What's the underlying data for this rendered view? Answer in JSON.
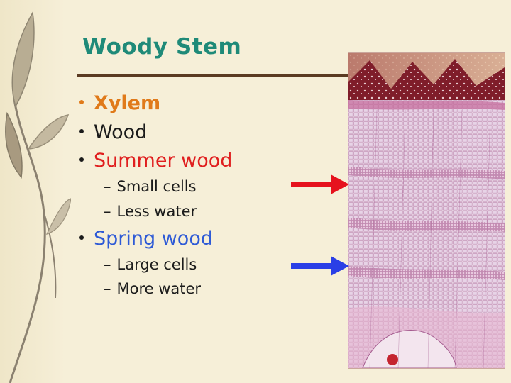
{
  "slide": {
    "title": "Woody Stem",
    "bullets": [
      {
        "text": "Xylem",
        "color": "#e07a1a",
        "bold": true
      },
      {
        "text": "Wood",
        "color": "#1b1b1b",
        "bold": false
      },
      {
        "text": "Summer wood",
        "color": "#e01f1f",
        "bold": false,
        "sub": [
          "Small cells",
          "Less water"
        ]
      },
      {
        "text": "Spring wood",
        "color": "#2e5ad6",
        "bold": false,
        "sub": [
          "Large cells",
          "More water"
        ]
      }
    ],
    "sub_marker": "–",
    "arrows": [
      {
        "name": "summer-wood-arrow",
        "color": "#e6121d"
      },
      {
        "name": "spring-wood-arrow",
        "color": "#2a3fe6"
      }
    ],
    "image": {
      "subject": "stem-cross-section-micrograph"
    },
    "colors": {
      "title": "#1f8a78",
      "rule": "#5b3b22",
      "background": "#f6efd8"
    }
  }
}
